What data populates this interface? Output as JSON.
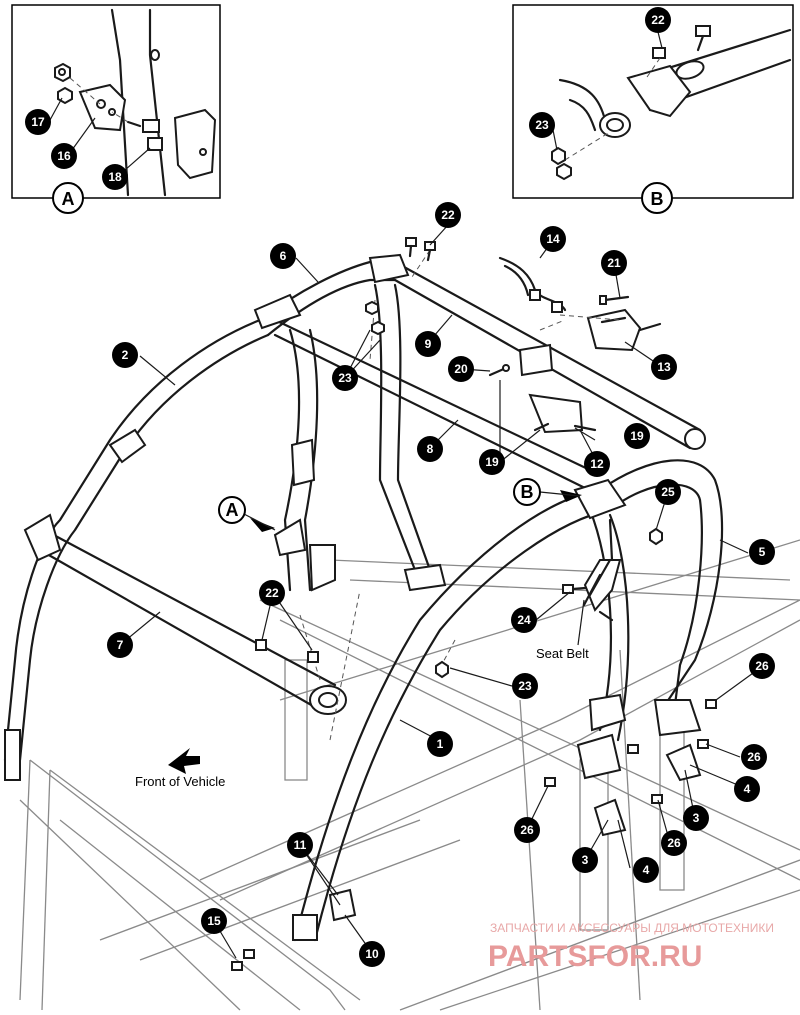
{
  "diagram": {
    "inset_a_letter": "A",
    "inset_b_letter": "B",
    "pointer_a": "A",
    "pointer_b": "B",
    "callouts": {
      "c1": "1",
      "c2": "2",
      "c3a": "3",
      "c3b": "3",
      "c4a": "4",
      "c4b": "4",
      "c5": "5",
      "c6": "6",
      "c7": "7",
      "c8": "8",
      "c9": "9",
      "c10": "10",
      "c11": "11",
      "c12": "12",
      "c13": "13",
      "c14": "14",
      "c15": "15",
      "c16": "16",
      "c17": "17",
      "c18": "18",
      "c19a": "19",
      "c19b": "19",
      "c20": "20",
      "c21": "21",
      "c22a": "22",
      "c22b": "22",
      "c22c": "22",
      "c23a": "23",
      "c23b": "23",
      "c23c": "23",
      "c24": "24",
      "c25": "25",
      "c26a": "26",
      "c26b": "26",
      "c26c": "26",
      "c26d": "26"
    },
    "seat_belt_label": "Seat Belt",
    "front_label": "Front of Vehicle"
  },
  "watermark": {
    "tagline": "ЗАПЧАСТИ И АКСЕССУАРЫ ДЛЯ МОТОТЕХНИКИ",
    "brand": "PARTSFOR.RU"
  },
  "colors": {
    "callout_fill": "#000000",
    "callout_text": "#ffffff",
    "line": "#1a1a1a",
    "frame": "#8a8a8a",
    "watermark": "#e79a9a"
  }
}
